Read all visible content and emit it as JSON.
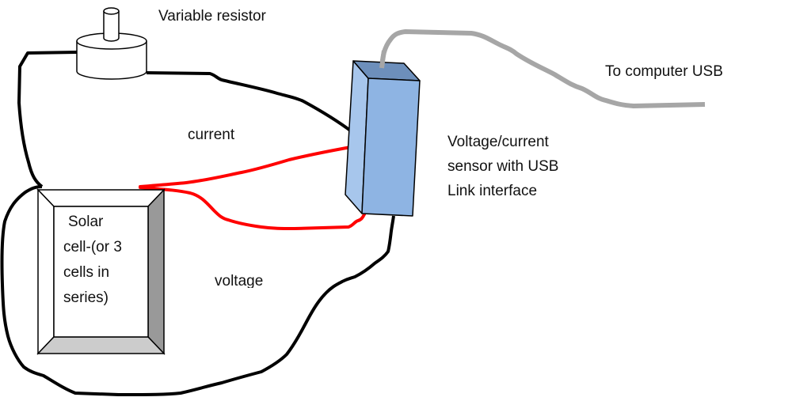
{
  "diagram": {
    "title": "Solar cell measurement setup",
    "labels": {
      "variable_resistor": "Variable resistor",
      "to_computer_usb": "To computer USB",
      "current": "current",
      "voltage": "voltage",
      "sensor": [
        "Voltage/current",
        "sensor with USB",
        "Link interface"
      ],
      "solar_cell": [
        "Solar",
        "cell-(or 3",
        "cells in",
        "series)"
      ]
    },
    "colors": {
      "wire_black": "#000000",
      "wire_red": "#ff0000",
      "usb_cable": "#a6a6a6",
      "sensor_front": "#8eb4e3",
      "sensor_side": "#a7c6ec",
      "sensor_top": "#6d8fbb",
      "panel_light": "#ffffff",
      "panel_right": "#999999",
      "panel_bottom": "#cccccc"
    },
    "components": [
      "variable-resistor",
      "voltage-current-sensor",
      "solar-cell",
      "usb-cable"
    ]
  }
}
